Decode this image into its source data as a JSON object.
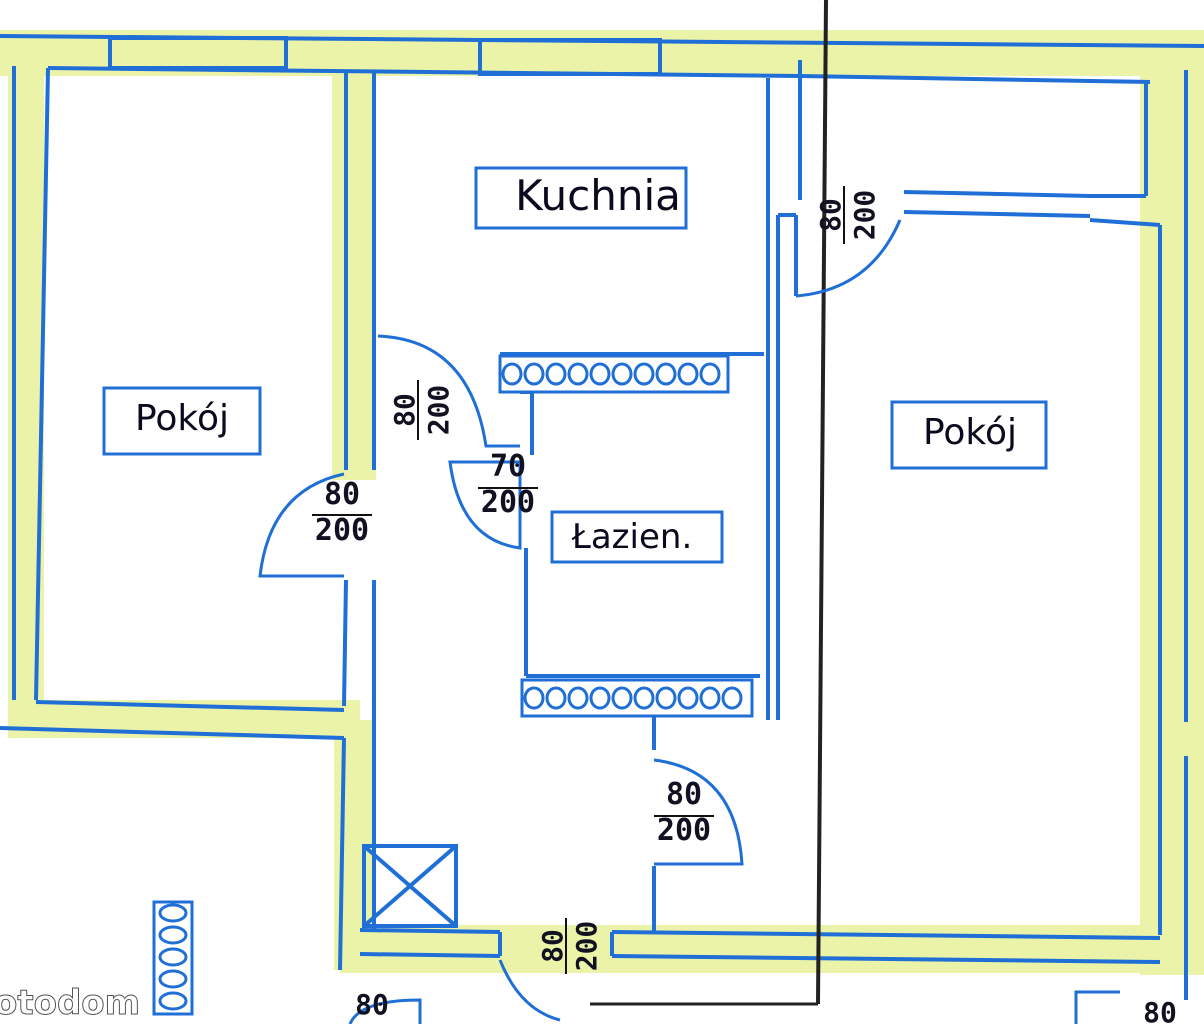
{
  "rooms": {
    "pokoj_left": "Pokój",
    "kuchnia": "Kuchnia",
    "lazienka": "Łazien.",
    "pokoj_right": "Pokój"
  },
  "doors": {
    "kitchen_top": "80\n200",
    "kitchen_hall": "80\n200",
    "left_room": "80\n200",
    "bathroom": "70\n200",
    "hall_lower": "80\n200",
    "entrance": "80\n200",
    "bottom_left": "80",
    "bottom_right": "80"
  },
  "watermark": "otodom",
  "colors": {
    "wall_line": "#1f6fd6",
    "wall_highlight": "#eaf3a8"
  }
}
